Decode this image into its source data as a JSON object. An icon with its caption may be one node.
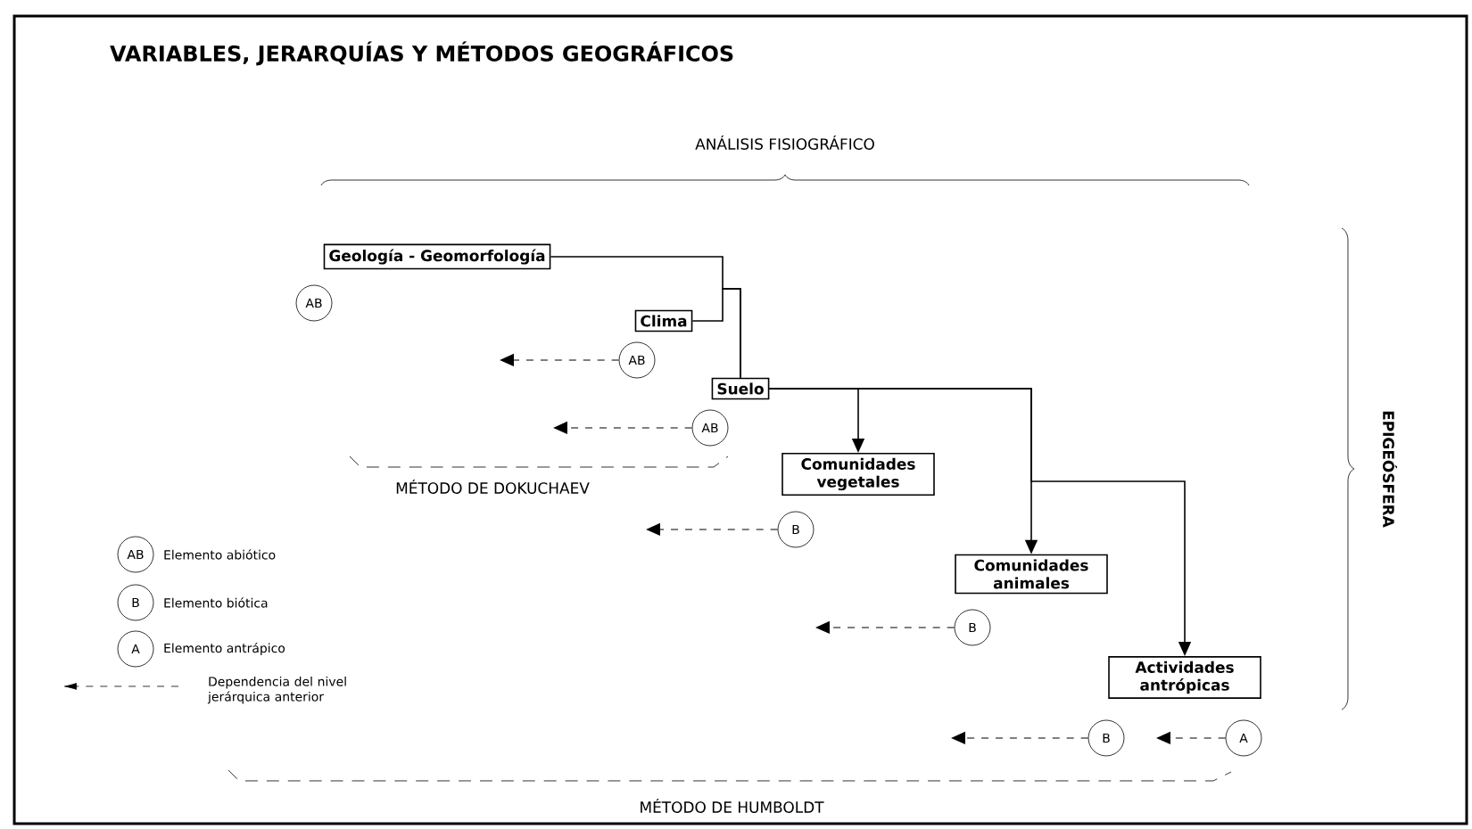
{
  "diagram": {
    "title": "VARIABLES, JERARQUÍAS Y MÉTODOS GEOGRÁFICOS",
    "nodes": [
      {
        "text": [
          "Geología - Geomorfología"
        ]
      },
      {
        "text": [
          "AB"
        ]
      },
      {
        "text": [
          "Clima"
        ]
      },
      {
        "text": [
          "AB"
        ]
      },
      {
        "text": [
          "Suelo"
        ]
      },
      {
        "text": [
          "AB"
        ]
      },
      {
        "text": [
          "Comunidades vegetales"
        ]
      },
      {
        "text": [
          "B"
        ]
      },
      {
        "text": [
          "Comunidades animales"
        ]
      },
      {
        "text": [
          "B"
        ]
      },
      {
        "text": [
          "Actividades antrópicas"
        ]
      },
      {
        "text": [
          "B"
        ]
      },
      {
        "text": [
          "A"
        ]
      }
    ],
    "edges": [
      {
        "from": 0,
        "to": 4,
        "arrow": "none"
      },
      {
        "from": 2,
        "to": 4,
        "arrow": "none"
      },
      {
        "from": 4,
        "to": 6,
        "arrow": "to"
      },
      {
        "from": 4,
        "to": 8,
        "arrow": "to"
      },
      {
        "from": 4,
        "to": 10,
        "arrow": "to"
      },
      {
        "from": 3,
        "to": null,
        "arrow": "to",
        "style": "dashed"
      },
      {
        "from": 5,
        "to": null,
        "arrow": "to",
        "style": "dashed"
      },
      {
        "from": 7,
        "to": null,
        "arrow": "to",
        "style": "dashed"
      },
      {
        "from": 9,
        "to": null,
        "arrow": "to",
        "style": "dashed"
      },
      {
        "from": 11,
        "to": null,
        "arrow": "to",
        "style": "dashed"
      },
      {
        "from": 12,
        "to": null,
        "arrow": "to",
        "style": "dashed"
      }
    ],
    "labels": [
      "ANÁLISIS FISIOGRÁFICO",
      "EPIGEÓSFERA",
      "MÉTODO DE DOKUCHAEV",
      "AB",
      "B",
      "A",
      "MÉTODO DE HUMBOLDT"
    ],
    "legend": [
      {
        "text": "Elemento abiótico"
      },
      {
        "text": "Elemento biótica"
      },
      {
        "text": "Elemento antrápico"
      },
      {
        "text": "Dependencia del nivel jerárquica anterior"
      }
    ]
  }
}
